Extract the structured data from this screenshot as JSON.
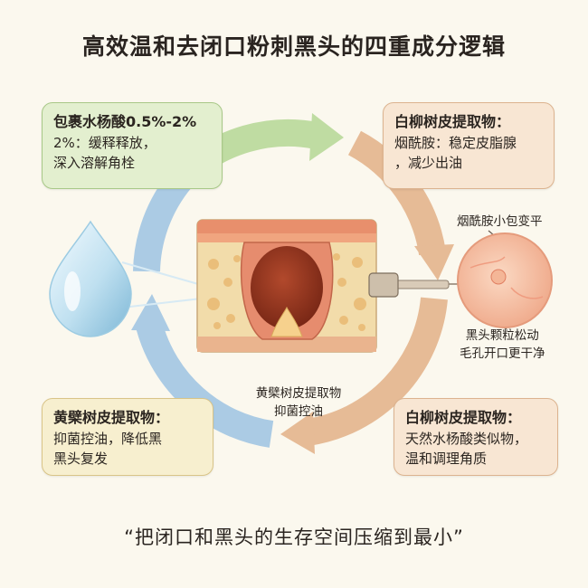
{
  "title": "高效温和去闭口粉刺黑头的四重成分逻辑",
  "cards": {
    "top_left": {
      "heading": "包裹水杨酸0.5%-2%",
      "body": "2%：缓释释放，",
      "body2": "深入溶解角栓"
    },
    "top_right": {
      "heading": "白柳树皮提取物：",
      "body": "烟酰胺：稳定皮脂腺",
      "body2": "，减少出油"
    },
    "bottom_left": {
      "heading": "黄檗树皮提取物：",
      "body": "抑菌控油，降低黑",
      "body2": "黑头复发"
    },
    "bottom_right": {
      "heading": "白柳树皮提取物：",
      "body": "天然水杨酸类似物，",
      "body2": "温和调理角质"
    }
  },
  "labels": {
    "niacinamide": "烟酰胺小包变平",
    "pore_line1": "黑头颗粒松动",
    "pore_line2": "毛孔开口更干净",
    "center_line1": "黄檗树皮提取物",
    "center_line2": "抑菌控油"
  },
  "quote": "“把闭口和黑头的生存空间压缩到最小”",
  "colors": {
    "background": "#fbf8ee",
    "arc_green": "#b9d79a",
    "arc_orange": "#e3b58f",
    "arc_blue": "#a9c9e3",
    "skin_tissue": "#f1d9a7",
    "pore_core": "#9a3a22"
  },
  "icons": [
    "water-drop-icon",
    "skin-cross-section-icon",
    "extractor-tool-icon",
    "pore-magnifier-icon"
  ]
}
